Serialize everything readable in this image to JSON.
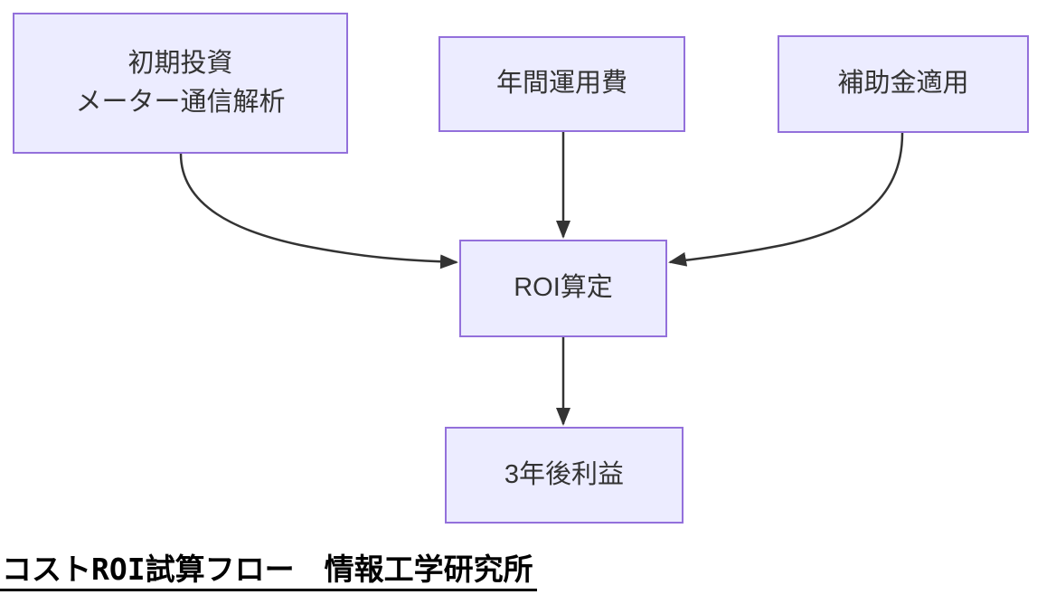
{
  "diagram": {
    "type": "flowchart",
    "direction": "top-down",
    "nodes": [
      {
        "id": "initial_investment",
        "label_lines": [
          "初期投資",
          "メーター通信解析"
        ]
      },
      {
        "id": "annual_operating_cost",
        "label": "年間運用費"
      },
      {
        "id": "subsidy_application",
        "label": "補助金適用"
      },
      {
        "id": "roi_calculation",
        "label": "ROI算定"
      },
      {
        "id": "profit_after_3_years",
        "label": "3年後利益"
      }
    ],
    "edges": [
      {
        "from": "initial_investment",
        "to": "roi_calculation"
      },
      {
        "from": "annual_operating_cost",
        "to": "roi_calculation"
      },
      {
        "from": "subsidy_application",
        "to": "roi_calculation"
      },
      {
        "from": "roi_calculation",
        "to": "profit_after_3_years"
      }
    ],
    "caption": "コストROI試算フロー　情報工学研究所",
    "colors": {
      "node_fill": "#ECECFF",
      "node_border": "#9370DB",
      "node_text": "#333333",
      "edge_color": "#333333",
      "caption_color": "#000000",
      "background": "#FFFFFF"
    }
  }
}
